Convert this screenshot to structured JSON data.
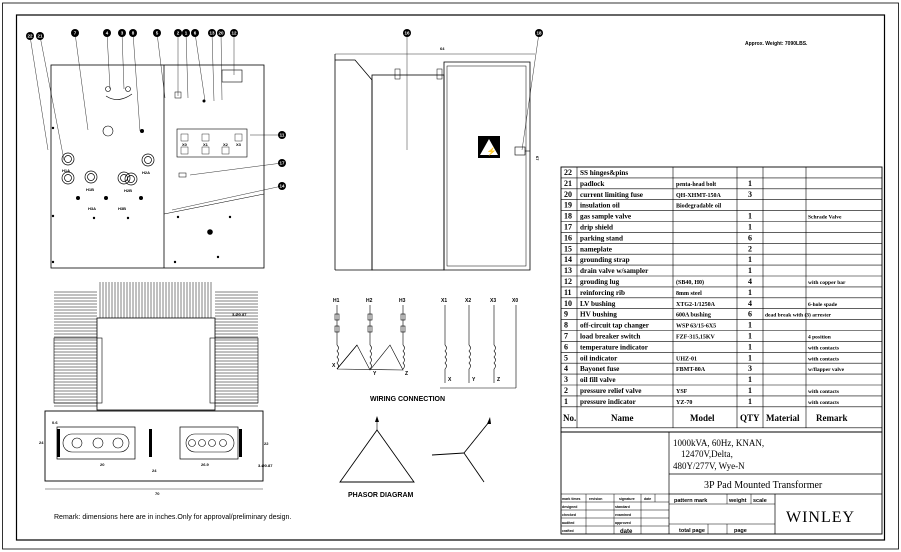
{
  "header": {
    "weight": "Approx. Weight: 7090LBS."
  },
  "bom": {
    "columns": [
      "No.",
      "Name",
      "Model",
      "QTY",
      "Material",
      "Remark"
    ],
    "rows": [
      {
        "no": "22",
        "name": "SS hinges&pins",
        "model": "",
        "qty": "",
        "remark": ""
      },
      {
        "no": "21",
        "name": "padlock",
        "model": "penta-head bolt",
        "qty": "1",
        "remark": ""
      },
      {
        "no": "20",
        "name": "current limiting fuse",
        "model": "QH-XHMT-150A",
        "qty": "3",
        "remark": ""
      },
      {
        "no": "19",
        "name": "insulation oil",
        "model": "Biodegradable oil",
        "qty": "",
        "remark": ""
      },
      {
        "no": "18",
        "name": "gas sample valve",
        "model": "",
        "qty": "1",
        "remark": "Schrade Valve"
      },
      {
        "no": "17",
        "name": "drip shield",
        "model": "",
        "qty": "1",
        "remark": ""
      },
      {
        "no": "16",
        "name": "parking stand",
        "model": "",
        "qty": "6",
        "remark": ""
      },
      {
        "no": "15",
        "name": "nameplate",
        "model": "",
        "qty": "2",
        "remark": ""
      },
      {
        "no": "14",
        "name": "grounding strap",
        "model": "",
        "qty": "1",
        "remark": ""
      },
      {
        "no": "13",
        "name": "drain valve w/sampler",
        "model": "",
        "qty": "1",
        "remark": ""
      },
      {
        "no": "12",
        "name": "grouding lug",
        "model": "(SB40, H0)",
        "qty": "4",
        "remark": "with copper bar"
      },
      {
        "no": "11",
        "name": "reinforcing rib",
        "model": "8mm steel",
        "qty": "1",
        "remark": ""
      },
      {
        "no": "10",
        "name": "LV bushing",
        "model": "XTG2-1/1250A",
        "qty": "4",
        "remark": "6-hole spade"
      },
      {
        "no": "9",
        "name": "HV bushing",
        "model": "600A bushing",
        "qty": "6",
        "remark": "dead break with (3) arrester"
      },
      {
        "no": "8",
        "name": "off-circuit tap changer",
        "model": "WSP 63/15-6X5",
        "qty": "1",
        "remark": ""
      },
      {
        "no": "7",
        "name": "load breaker switch",
        "model": "FZF-315,15KV",
        "qty": "1",
        "remark": "4 position"
      },
      {
        "no": "6",
        "name": "temperature indicator",
        "model": "",
        "qty": "1",
        "remark": "with contacts"
      },
      {
        "no": "5",
        "name": "oil indicator",
        "model": "UHZ-01",
        "qty": "1",
        "remark": "with contacts"
      },
      {
        "no": "4",
        "name": "Bayonet fuse",
        "model": "FBMT-80A",
        "qty": "3",
        "remark": "w/flapper valve"
      },
      {
        "no": "3",
        "name": "oil fill valve",
        "model": "",
        "qty": "1",
        "remark": ""
      },
      {
        "no": "2",
        "name": "pressure relief valve",
        "model": "YSF",
        "qty": "1",
        "remark": "with contacts"
      },
      {
        "no": "1",
        "name": "pressure indicator",
        "model": "YZ-70",
        "qty": "1",
        "remark": "with contacts"
      }
    ]
  },
  "spec": {
    "lines": [
      "1000kVA, 60Hz, KNAN,",
      "12470V,Delta,",
      "480Y/277V, Wye-N"
    ],
    "title": "3P Pad Mounted Transformer",
    "brand": "WINLEY"
  },
  "titleblock": {
    "left_labels": [
      "mark times",
      "designed",
      "checked",
      "audited",
      "crafted"
    ],
    "top_labels": [
      "revision",
      "signature",
      "date"
    ],
    "mid_labels": [
      "standard",
      "examined",
      "approved"
    ],
    "date_label": "date",
    "pattern_mark": "pattern mark",
    "weight": "weight",
    "scale": "scale",
    "total_page": "total page",
    "page": "page"
  },
  "wiring": {
    "hv_labels": [
      "H1",
      "H2",
      "H3"
    ],
    "lv_labels": [
      "X1",
      "X2",
      "X3",
      "X0"
    ],
    "delta_labels": [
      "X",
      "Y",
      "Z"
    ],
    "wye_labels": [
      "X",
      "Y",
      "Z"
    ],
    "caption": "WIRING CONNECTION"
  },
  "phasor": {
    "caption": "PHASOR DIAGRAM"
  },
  "front_view": {
    "callouts": [
      "22",
      "21",
      "7",
      "4",
      "3",
      "8",
      "5",
      "2",
      "1",
      "6",
      "13",
      "20",
      "12",
      "11",
      "17",
      "14"
    ],
    "labels": [
      "H1A",
      "H1B",
      "H2A",
      "H2B",
      "H3A",
      "H3B",
      "X1",
      "X2",
      "X3",
      "X0"
    ]
  },
  "side_view": {
    "callouts": [
      "16",
      "18"
    ],
    "dim_top": "64",
    "dim_side": "67"
  },
  "plan_view": {
    "dims": [
      "0.6",
      "20",
      "24",
      "26.9",
      "24",
      "22",
      "70",
      "3-Ø0.87"
    ]
  },
  "remark": "Remark: dimensions here are in inches.Only for approval/preliminary design."
}
